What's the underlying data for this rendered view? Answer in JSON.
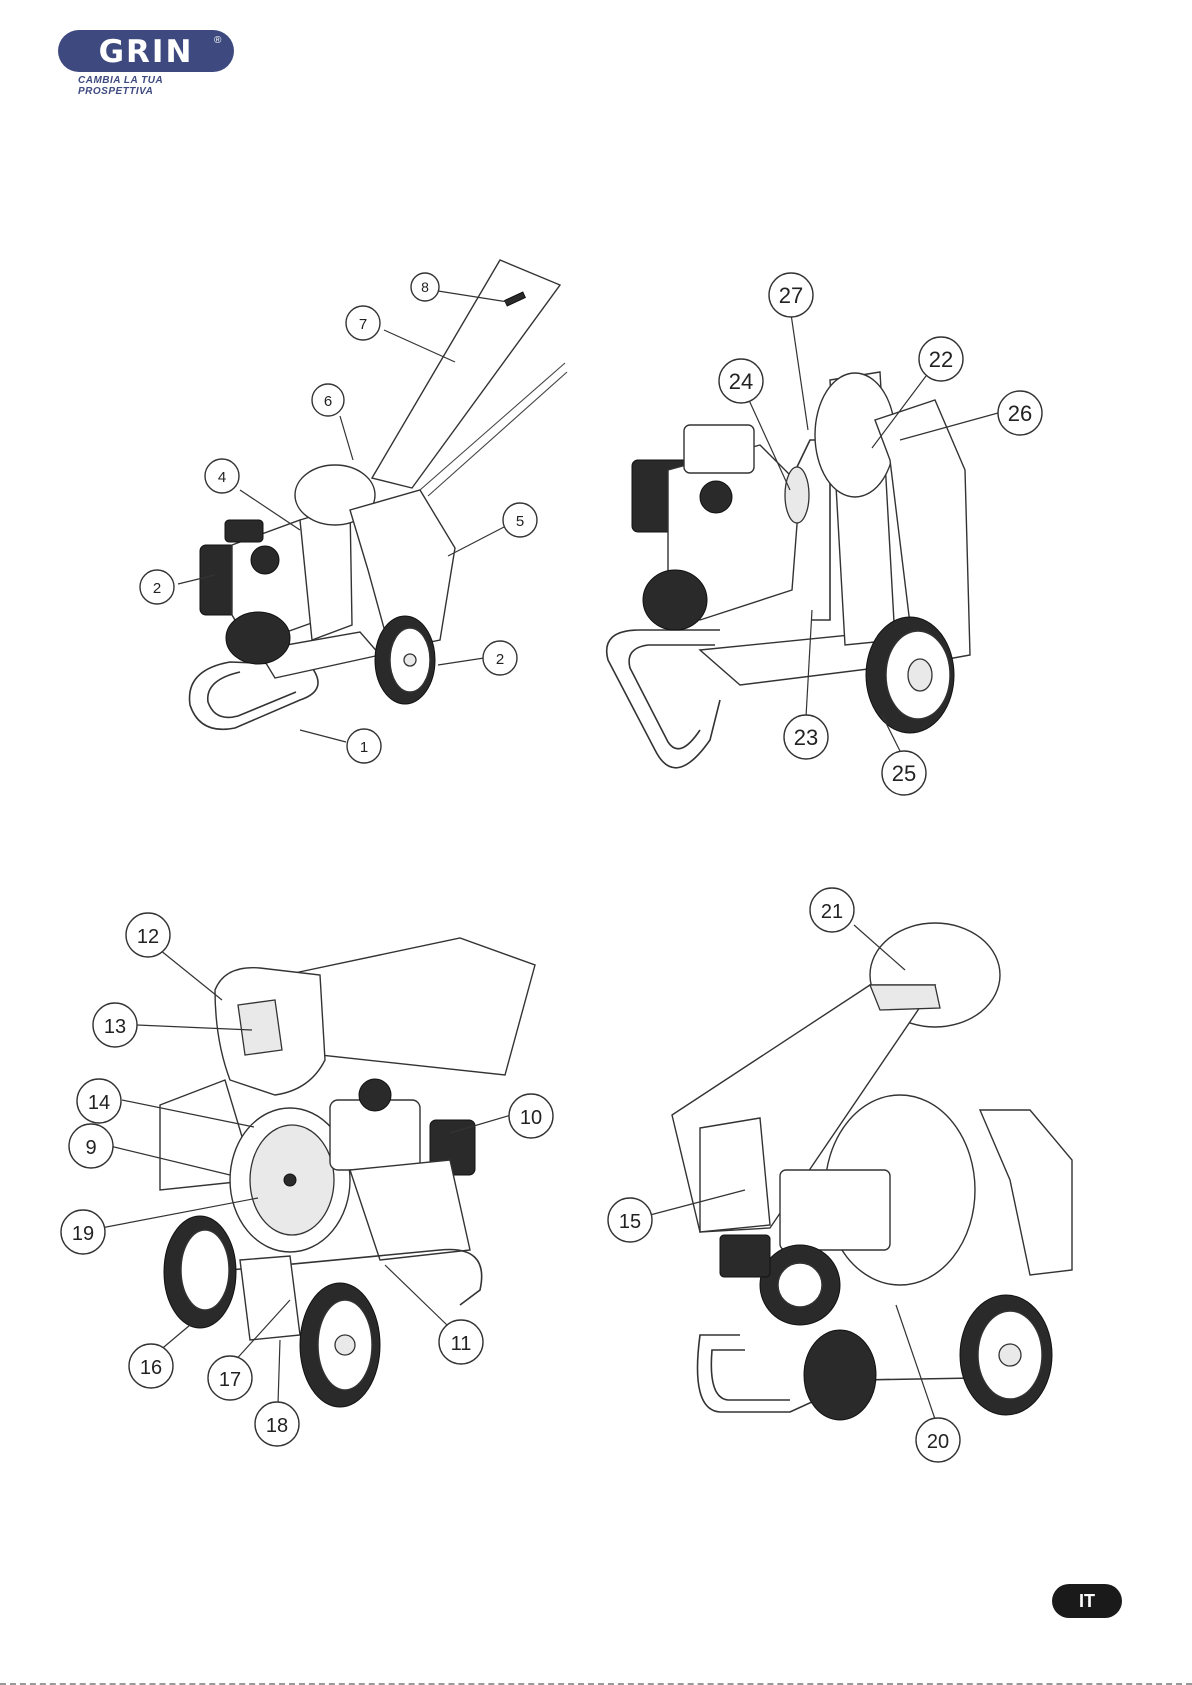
{
  "header": {
    "brand": "GRIN",
    "registered_mark": "®",
    "tagline": "CAMBIA LA TUA PROSPETTIVA",
    "brand_color": "#3e4a7f"
  },
  "footer": {
    "language": "IT"
  },
  "callouts": {
    "n1": "1",
    "n2a": "2",
    "n2b": "2",
    "n4": "4",
    "n5": "5",
    "n6": "6",
    "n7": "7",
    "n8": "8",
    "n9": "9",
    "n10": "10",
    "n11": "11",
    "n12": "12",
    "n13": "13",
    "n14": "14",
    "n15": "15",
    "n16": "16",
    "n17": "17",
    "n18": "18",
    "n19": "19",
    "n20": "20",
    "n21": "21",
    "n22": "22",
    "n23": "23",
    "n24": "24",
    "n25": "25",
    "n26": "26",
    "n27": "27"
  }
}
